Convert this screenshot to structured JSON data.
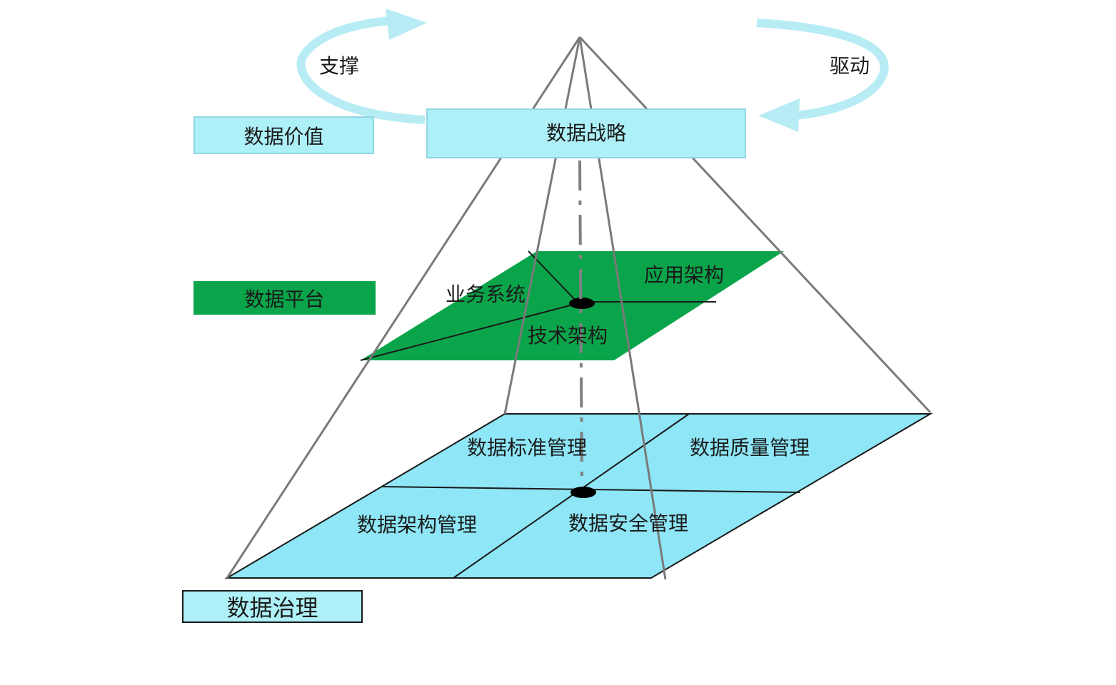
{
  "colors": {
    "cyan_box": "#aef0f7",
    "cyan_border": "#8fd6e3",
    "green": "#0aa54a",
    "light_blue": "#8ee6f6",
    "arrow": "#b8ecf4",
    "edge": "#7a7a7a"
  },
  "cycle": {
    "left_label": "支撑",
    "right_label": "驱动"
  },
  "left_labels": {
    "value": "数据价值",
    "platform": "数据平台",
    "governance": "数据治理"
  },
  "strategy": {
    "label": "数据战略"
  },
  "platform_plane": {
    "business": "业务系统",
    "application": "应用架构",
    "technology": "技术架构"
  },
  "governance_plane": {
    "standards": "数据标准管理",
    "quality": "数据质量管理",
    "architecture": "数据架构管理",
    "security": "数据安全管理"
  }
}
